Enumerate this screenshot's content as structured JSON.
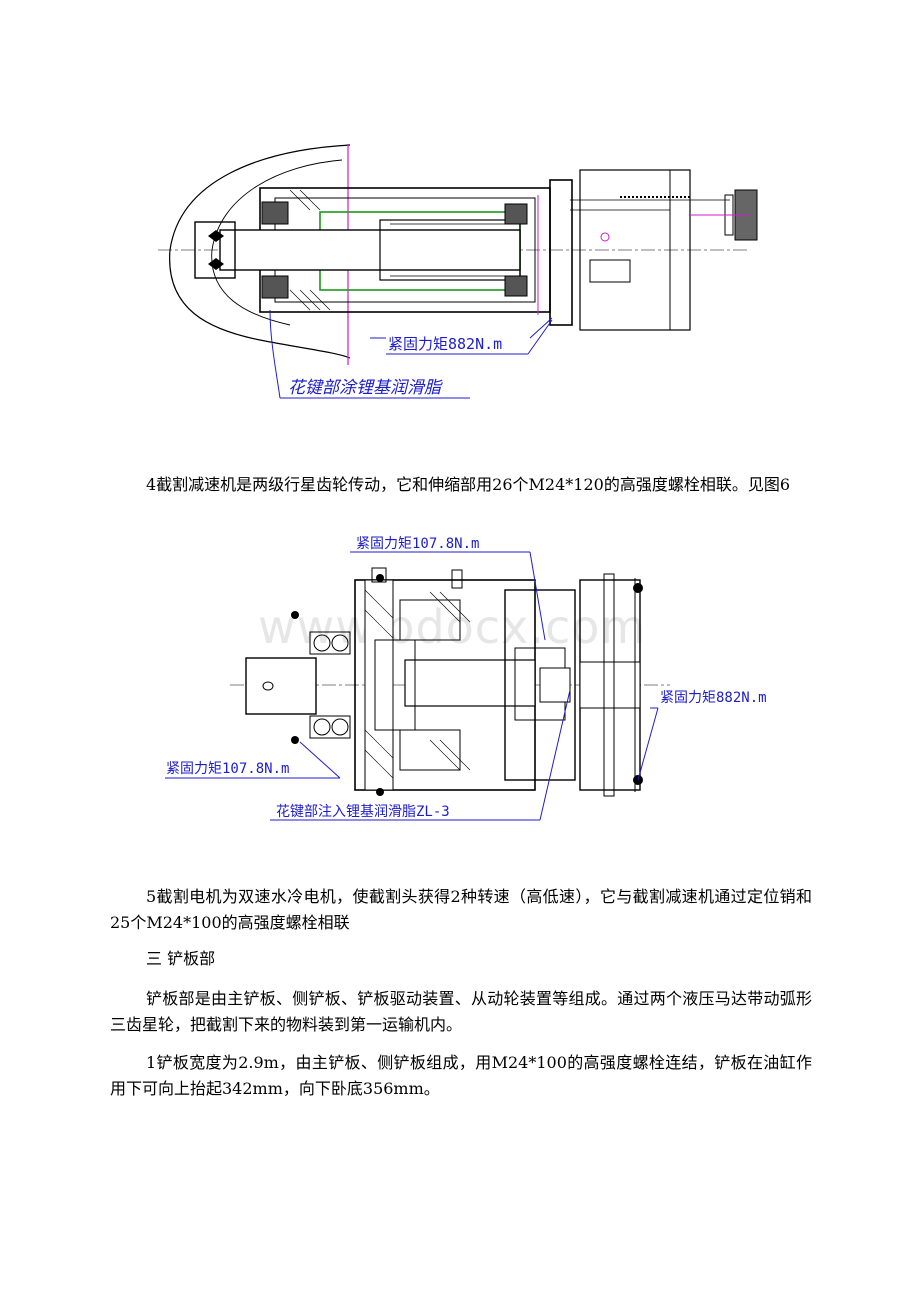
{
  "figure1": {
    "label_torque": "紧固力矩882N.m",
    "label_grease": "花键部涂锂基润滑脂"
  },
  "para4": "4截割减速机是两级行星齿轮传动，它和伸缩部用26个M24*120的高强度螺栓相联。见图6",
  "figure2": {
    "label_top": "紧固力矩107.8N.m",
    "label_right": "紧固力矩882N.m",
    "label_left": "紧固力矩107.8N.m",
    "label_bottom": "花键部注入锂基润滑脂ZL-3",
    "watermark": "www.bdocx.com"
  },
  "para5": "5截割电机为双速水冷电机，使截割头获得2种转速（高低速），它与截割减速机通过定位销和25个M24*100的高强度螺栓相联",
  "section_title": "三 铲板部",
  "para_shovel": "铲板部是由主铲板、侧铲板、铲板驱动装置、从动轮装置等组成。通过两个液压马达带动弧形三齿星轮，把截割下来的物料装到第一运输机内。",
  "para_shovel1": "1铲板宽度为2.9m，由主铲板、侧铲板组成，用M24*100的高强度螺栓连结，铲板在油缸作用下可向上抬起342mm，向下卧底356mm。"
}
